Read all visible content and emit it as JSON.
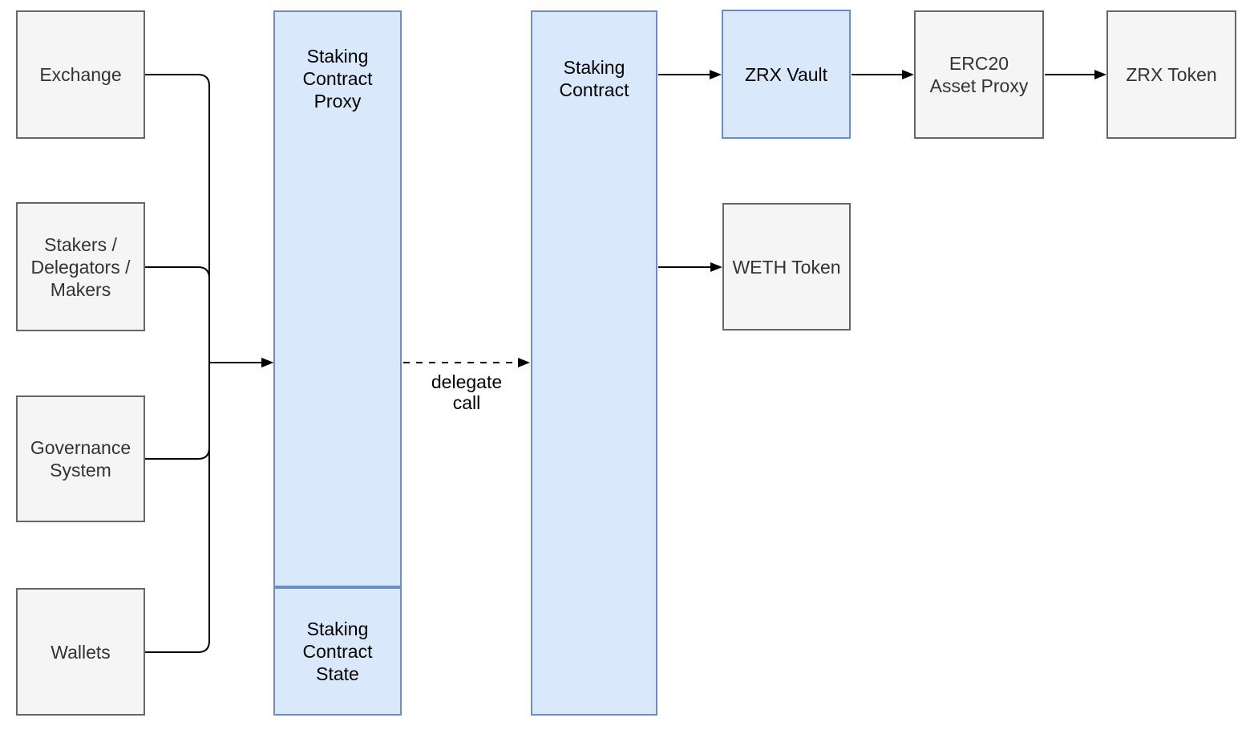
{
  "diagram": {
    "kind": "architecture-flow-diagram",
    "background": "#FFFFFF"
  },
  "colors": {
    "node_blue_fill": "#DAE8FC",
    "node_blue_border": "#6C8EBF",
    "node_gray_fill": "#F5F5F5",
    "node_gray_border": "#666666",
    "gray_node_text": "#333333",
    "blue_node_text": "#000000",
    "connector": "#000000"
  },
  "nodes": {
    "exchange": {
      "label": "Exchange",
      "fill": "gray"
    },
    "stakers": {
      "label": [
        "Stakers /",
        "Delegators /",
        "Makers"
      ],
      "fill": "gray"
    },
    "governance": {
      "label": [
        "Governance",
        "System"
      ],
      "fill": "gray"
    },
    "wallets": {
      "label": "Wallets",
      "fill": "gray"
    },
    "staking_contract_proxy": {
      "label": [
        "Staking",
        "Contract",
        "Proxy"
      ],
      "fill": "blue"
    },
    "staking_contract_state": {
      "label": [
        "Staking",
        "Contract",
        "State"
      ],
      "fill": "blue"
    },
    "staking_contract": {
      "label": [
        "Staking",
        "Contract"
      ],
      "fill": "blue"
    },
    "zrx_vault": {
      "label": "ZRX Vault",
      "fill": "blue"
    },
    "weth_token": {
      "label": "WETH Token",
      "fill": "gray"
    },
    "erc20_asset_proxy": {
      "label": [
        "ERC20",
        "Asset Proxy"
      ],
      "fill": "gray"
    },
    "zrx_token": {
      "label": "ZRX Token",
      "fill": "gray"
    }
  },
  "edges": [
    {
      "from": "exchange",
      "to": "staking_contract_proxy",
      "style": "solid",
      "arrow": true,
      "label": ""
    },
    {
      "from": "stakers",
      "to": "staking_contract_proxy",
      "style": "solid",
      "arrow": true,
      "label": ""
    },
    {
      "from": "governance",
      "to": "staking_contract_proxy",
      "style": "solid",
      "arrow": true,
      "label": ""
    },
    {
      "from": "wallets",
      "to": "staking_contract_proxy",
      "style": "solid",
      "arrow": true,
      "label": ""
    },
    {
      "from": "staking_contract_proxy",
      "to": "staking_contract",
      "style": "dashed",
      "arrow": true,
      "label": [
        "delegate",
        "call"
      ]
    },
    {
      "from": "staking_contract",
      "to": "zrx_vault",
      "style": "solid",
      "arrow": true,
      "label": ""
    },
    {
      "from": "staking_contract",
      "to": "weth_token",
      "style": "solid",
      "arrow": true,
      "label": ""
    },
    {
      "from": "zrx_vault",
      "to": "erc20_asset_proxy",
      "style": "solid",
      "arrow": true,
      "label": ""
    },
    {
      "from": "erc20_asset_proxy",
      "to": "zrx_token",
      "style": "solid",
      "arrow": true,
      "label": ""
    }
  ]
}
